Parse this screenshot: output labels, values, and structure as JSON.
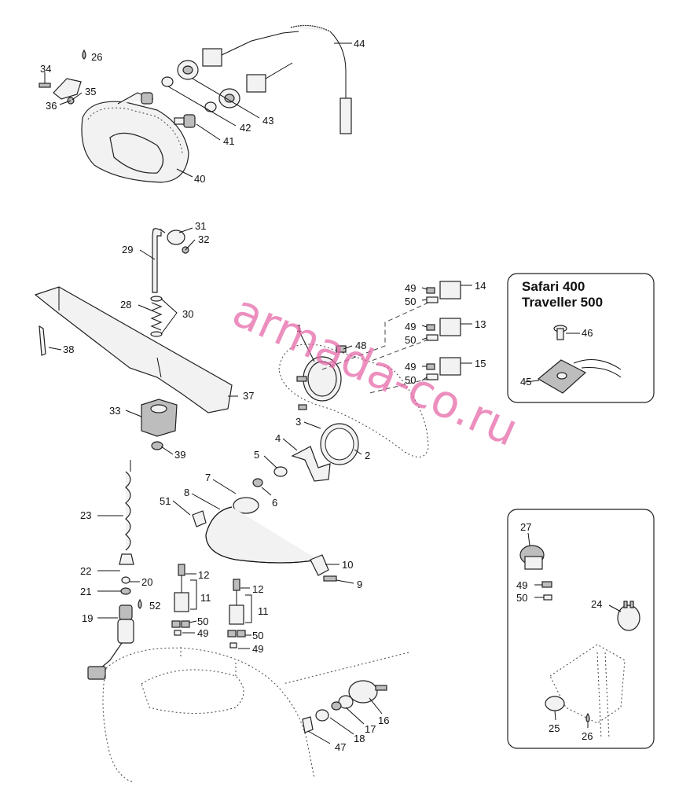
{
  "watermark": "armada-co.ru",
  "inset_title_line1": "Safari 400",
  "inset_title_line2": "Traveller 500",
  "callouts": [
    {
      "id": "c1",
      "n": "1"
    },
    {
      "id": "c2",
      "n": "2"
    },
    {
      "id": "c3",
      "n": "3"
    },
    {
      "id": "c4",
      "n": "4"
    },
    {
      "id": "c5",
      "n": "5"
    },
    {
      "id": "c6",
      "n": "6"
    },
    {
      "id": "c7",
      "n": "7"
    },
    {
      "id": "c8",
      "n": "8"
    },
    {
      "id": "c9",
      "n": "9"
    },
    {
      "id": "c10",
      "n": "10"
    },
    {
      "id": "c11a",
      "n": "11"
    },
    {
      "id": "c11b",
      "n": "11"
    },
    {
      "id": "c12a",
      "n": "12"
    },
    {
      "id": "c12b",
      "n": "12"
    },
    {
      "id": "c13",
      "n": "13"
    },
    {
      "id": "c14",
      "n": "14"
    },
    {
      "id": "c15",
      "n": "15"
    },
    {
      "id": "c16",
      "n": "16"
    },
    {
      "id": "c17",
      "n": "17"
    },
    {
      "id": "c18",
      "n": "18"
    },
    {
      "id": "c19",
      "n": "19"
    },
    {
      "id": "c20",
      "n": "20"
    },
    {
      "id": "c21",
      "n": "21"
    },
    {
      "id": "c22",
      "n": "22"
    },
    {
      "id": "c23",
      "n": "23"
    },
    {
      "id": "c24",
      "n": "24"
    },
    {
      "id": "c25",
      "n": "25"
    },
    {
      "id": "c26a",
      "n": "26"
    },
    {
      "id": "c26b",
      "n": "26"
    },
    {
      "id": "c27",
      "n": "27"
    },
    {
      "id": "c28",
      "n": "28"
    },
    {
      "id": "c29",
      "n": "29"
    },
    {
      "id": "c30",
      "n": "30"
    },
    {
      "id": "c31",
      "n": "31"
    },
    {
      "id": "c32",
      "n": "32"
    },
    {
      "id": "c33",
      "n": "33"
    },
    {
      "id": "c34",
      "n": "34"
    },
    {
      "id": "c35",
      "n": "35"
    },
    {
      "id": "c36",
      "n": "36"
    },
    {
      "id": "c37",
      "n": "37"
    },
    {
      "id": "c38",
      "n": "38"
    },
    {
      "id": "c39",
      "n": "39"
    },
    {
      "id": "c40",
      "n": "40"
    },
    {
      "id": "c41",
      "n": "41"
    },
    {
      "id": "c42",
      "n": "42"
    },
    {
      "id": "c43",
      "n": "43"
    },
    {
      "id": "c44",
      "n": "44"
    },
    {
      "id": "c45",
      "n": "45"
    },
    {
      "id": "c46",
      "n": "46"
    },
    {
      "id": "c47",
      "n": "47"
    },
    {
      "id": "c48",
      "n": "48"
    },
    {
      "id": "c49a",
      "n": "49"
    },
    {
      "id": "c49b",
      "n": "49"
    },
    {
      "id": "c49c",
      "n": "49"
    },
    {
      "id": "c49d",
      "n": "49"
    },
    {
      "id": "c49e",
      "n": "49"
    },
    {
      "id": "c49f",
      "n": "49"
    },
    {
      "id": "c50a",
      "n": "50"
    },
    {
      "id": "c50b",
      "n": "50"
    },
    {
      "id": "c50c",
      "n": "50"
    },
    {
      "id": "c50d",
      "n": "50"
    },
    {
      "id": "c50e",
      "n": "50"
    },
    {
      "id": "c50f",
      "n": "50"
    },
    {
      "id": "c51",
      "n": "51"
    },
    {
      "id": "c52",
      "n": "52"
    }
  ]
}
